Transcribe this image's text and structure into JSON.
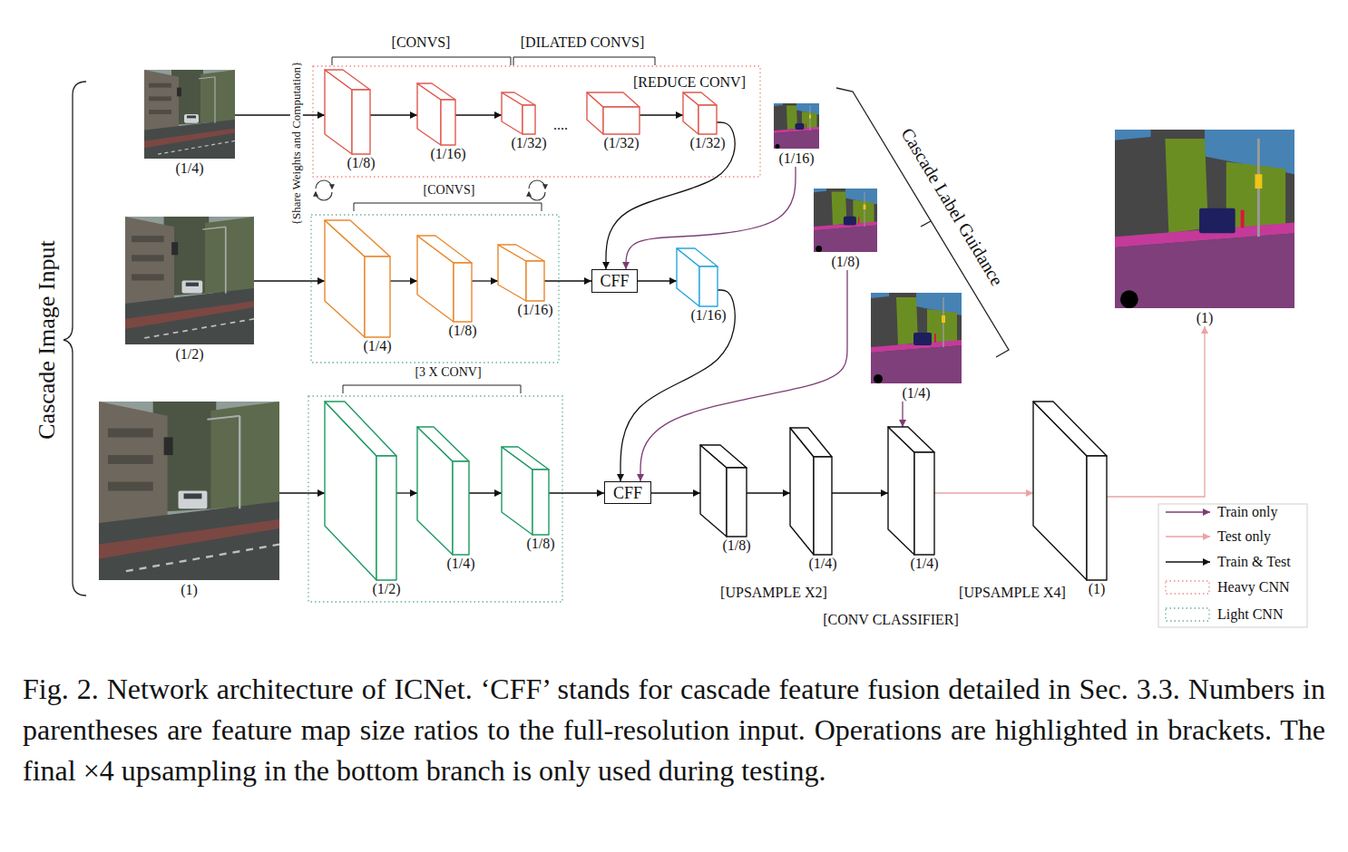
{
  "diagram": {
    "caption": "Fig. 2. Network architecture of ICNet. ‘CFF’ stands for cascade feature fusion detailed in Sec. 3.3. Numbers in parentheses are feature map size ratios to the full-resolution input. Operations are highlighted in brackets. The final ×4 upsampling in the bottom branch is only used during testing.",
    "nodes": [
      {
        "text": [
          "(1/4)"
        ]
      },
      {
        "text": [
          "(1/2)"
        ]
      },
      {
        "text": [
          "(1)"
        ]
      },
      {
        "text": [
          "(1/8)"
        ]
      },
      {
        "text": [
          "(1/16)"
        ]
      },
      {
        "text": [
          "(1/32)"
        ]
      },
      {
        "text": [
          "(1/32)"
        ]
      },
      {
        "text": [
          "(1/32)"
        ]
      },
      {
        "text": [
          "(1/16)"
        ]
      },
      {
        "text": [
          "(1/4)"
        ]
      },
      {
        "text": [
          "(1/8)"
        ]
      },
      {
        "text": [
          "(1/16)"
        ]
      },
      {
        "text": [
          "CFF"
        ]
      },
      {
        "text": [
          "(1/16)"
        ]
      },
      {
        "text": [
          "(1/8)"
        ]
      },
      {
        "text": [
          "(1/4)"
        ]
      },
      {
        "text": [
          "(1)"
        ]
      },
      {
        "text": [
          "(1/2)"
        ]
      },
      {
        "text": [
          "(1/4)"
        ]
      },
      {
        "text": [
          "(1/8)"
        ]
      },
      {
        "text": [
          "CFF"
        ]
      },
      {
        "text": [
          "(1/8)"
        ]
      },
      {
        "text": [
          "(1/4)"
        ]
      },
      {
        "text": [
          "(1/4)"
        ]
      },
      {
        "text": [
          "(1)"
        ]
      }
    ],
    "edges": [
      {
        "from": 0,
        "to": 3,
        "arrow": "to"
      },
      {
        "from": 3,
        "to": 4,
        "arrow": "to"
      },
      {
        "from": 4,
        "to": 5,
        "arrow": "to"
      },
      {
        "from": 6,
        "to": 7,
        "arrow": "to"
      },
      {
        "from": 7,
        "to": 12,
        "arrow": "to"
      },
      {
        "from": 8,
        "to": 12,
        "arrow": "to"
      },
      {
        "from": 1,
        "to": 9,
        "arrow": "to"
      },
      {
        "from": 9,
        "to": 10,
        "arrow": "to"
      },
      {
        "from": 10,
        "to": 11,
        "arrow": "to"
      },
      {
        "from": 11,
        "to": 12,
        "arrow": "to"
      },
      {
        "from": 12,
        "to": 13,
        "arrow": "to"
      },
      {
        "from": 13,
        "to": 20,
        "arrow": "to"
      },
      {
        "from": 14,
        "to": 20,
        "arrow": "to"
      },
      {
        "from": 2,
        "to": 17,
        "arrow": "to"
      },
      {
        "from": 17,
        "to": 18,
        "arrow": "to"
      },
      {
        "from": 18,
        "to": 19,
        "arrow": "to"
      },
      {
        "from": 19,
        "to": 20,
        "arrow": "to"
      },
      {
        "from": 20,
        "to": 21,
        "arrow": "to"
      },
      {
        "from": 21,
        "to": 22,
        "arrow": "to"
      },
      {
        "from": 22,
        "to": 23,
        "arrow": "to"
      },
      {
        "from": 15,
        "to": 23,
        "arrow": "to"
      },
      {
        "from": 23,
        "to": 24,
        "arrow": "to"
      },
      {
        "from": 24,
        "to": 16,
        "arrow": "to"
      }
    ],
    "labels": [
      "Cascade Image Input",
      "[CONVS]",
      "[DILATED CONVS]",
      "[REDUCE CONV]",
      "....",
      "{Share Weights and Computation}",
      "[CONVS]",
      "Cascade Label Guidance",
      "[3 X CONV]",
      "[UPSAMPLE X2]",
      "[UPSAMPLE X4]",
      "[CONV CLASSIFIER]"
    ],
    "legend": [
      {
        "text": "Train only"
      },
      {
        "text": "Test only"
      },
      {
        "text": "Train & Test"
      },
      {
        "text": "Heavy CNN"
      },
      {
        "text": "Light CNN"
      }
    ]
  }
}
